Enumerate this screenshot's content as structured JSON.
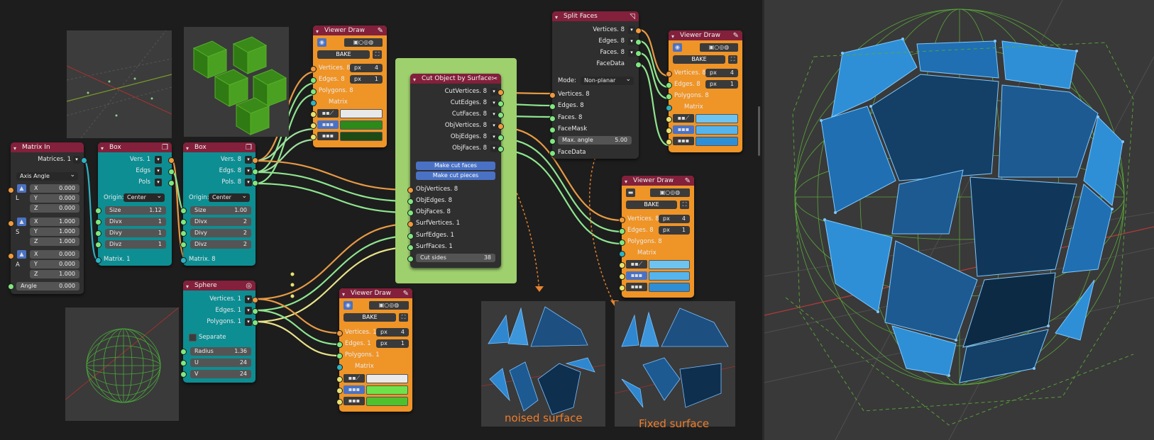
{
  "colors": {
    "accent_orange": "#ef9427",
    "teal": "#0d8e93",
    "header_maroon": "#83203b",
    "socket_green": "#7fe87f",
    "socket_orange": "#f0993d",
    "mesh_blue": "#2e8fd6",
    "wire_green": "#5fbf5f"
  },
  "matrix_in": {
    "title": "Matrix In",
    "out": "Matrices. 1",
    "mode": "Axis Angle",
    "L": "L",
    "S": "S",
    "A": "A",
    "lx_l": "X",
    "lx_v": "0.000",
    "ly_l": "Y",
    "ly_v": "0.000",
    "lz_l": "Z",
    "lz_v": "0.000",
    "sx_l": "X",
    "sx_v": "1.000",
    "sy_l": "Y",
    "sy_v": "1.000",
    "sz_l": "Z",
    "sz_v": "1.000",
    "ax_l": "X",
    "ax_v": "0.000",
    "ay_l": "Y",
    "ay_v": "0.000",
    "az_l": "Z",
    "az_v": "1.000",
    "angle_l": "Angle",
    "angle_v": "0.000"
  },
  "box1": {
    "title": "Box",
    "vers": "Vers. 1",
    "edgs": "Edgs",
    "pols": "Pols",
    "origin_l": "Origin:",
    "origin_v": "Center",
    "size_l": "Size",
    "size_v": "1.12",
    "divx_l": "Divx",
    "divx_v": "1",
    "divy_l": "Divy",
    "divy_v": "1",
    "divz_l": "Divz",
    "divz_v": "1",
    "matrix": "Matrix. 1"
  },
  "box2": {
    "title": "Box",
    "vers": "Vers. 8",
    "edgs": "Edgs. 8",
    "pols": "Pols. 8",
    "origin_l": "Origin:",
    "origin_v": "Center",
    "size_l": "Size",
    "size_v": "1.00",
    "divx_l": "Divx",
    "divx_v": "2",
    "divy_l": "Divy",
    "divy_v": "2",
    "divz_l": "Divz",
    "divz_v": "2",
    "matrix": "Matrix. 8"
  },
  "sphere": {
    "title": "Sphere",
    "vertices": "Vertices. 1",
    "edges": "Edges. 1",
    "polygons": "Polygons. 1",
    "separate": "Separate",
    "radius_l": "Radius",
    "radius_v": "1.36",
    "u_l": "U",
    "u_v": "24",
    "v_l": "V",
    "v_v": "24"
  },
  "vd1": {
    "title": "Viewer Draw",
    "bake": "BAKE",
    "vertices": "Vertices. 8",
    "edges": "Edges. 8",
    "polygons": "Polygons. 8",
    "matrix": "Matrix",
    "px": "px",
    "vsize": "4",
    "esize": "1"
  },
  "vd2": {
    "title": "Viewer Draw",
    "bake": "BAKE",
    "vertices": "Vertices. 8",
    "edges": "Edges. 8",
    "polygons": "Polygons. 8",
    "matrix": "Matrix",
    "px": "px",
    "vsize": "4",
    "esize": "1"
  },
  "vd3": {
    "title": "Viewer Draw",
    "bake": "BAKE",
    "vertices": "Vertices. 8",
    "edges": "Edges. 8",
    "polygons": "Polygons. 8",
    "matrix": "Matrix",
    "px": "px",
    "vsize": "4",
    "esize": "1"
  },
  "vd4": {
    "title": "Viewer Draw",
    "bake": "BAKE",
    "vertices": "Vertices. 1",
    "edges": "Edges. 1",
    "polygons": "Polygons. 1",
    "matrix": "Matrix",
    "px": "px",
    "vsize": "4",
    "esize": "1"
  },
  "cut": {
    "title": "Cut Object by Surface",
    "cutverts": "CutVertices. 8",
    "cutedges": "CutEdges. 8",
    "cutfaces": "CutFaces. 8",
    "objverts": "ObjVertices. 8",
    "objedges": "ObjEdges. 8",
    "objfaces": "ObjFaces. 8",
    "btn_faces": "Make cut faces",
    "btn_pieces": "Make cut pieces",
    "in_objverts": "ObjVertices. 8",
    "in_objedges": "ObjEdges. 8",
    "in_objfaces": "ObjFaces. 8",
    "in_surfverts": "SurfVertices. 1",
    "in_surfedges": "SurfEdges. 1",
    "in_surffaces": "SurfFaces. 1",
    "cutsides_l": "Cut sides",
    "cutsides_v": "38"
  },
  "split": {
    "title": "Split Faces",
    "vertices": "Vertices. 8",
    "edges": "Edges. 8",
    "faces": "Faces. 8",
    "facedata": "FaceData",
    "mode_l": "Mode:",
    "mode_v": "Non-planar",
    "in_vertices": "Vertices. 8",
    "in_edges": "Edges. 8",
    "in_faces": "Faces. 8",
    "in_facemask": "FaceMask",
    "maxangle_l": "Max. angle",
    "maxangle_v": "5.00",
    "in_facedata": "FaceData"
  },
  "captions": {
    "noised": "noised surface",
    "fixed": "Fixed surface"
  }
}
